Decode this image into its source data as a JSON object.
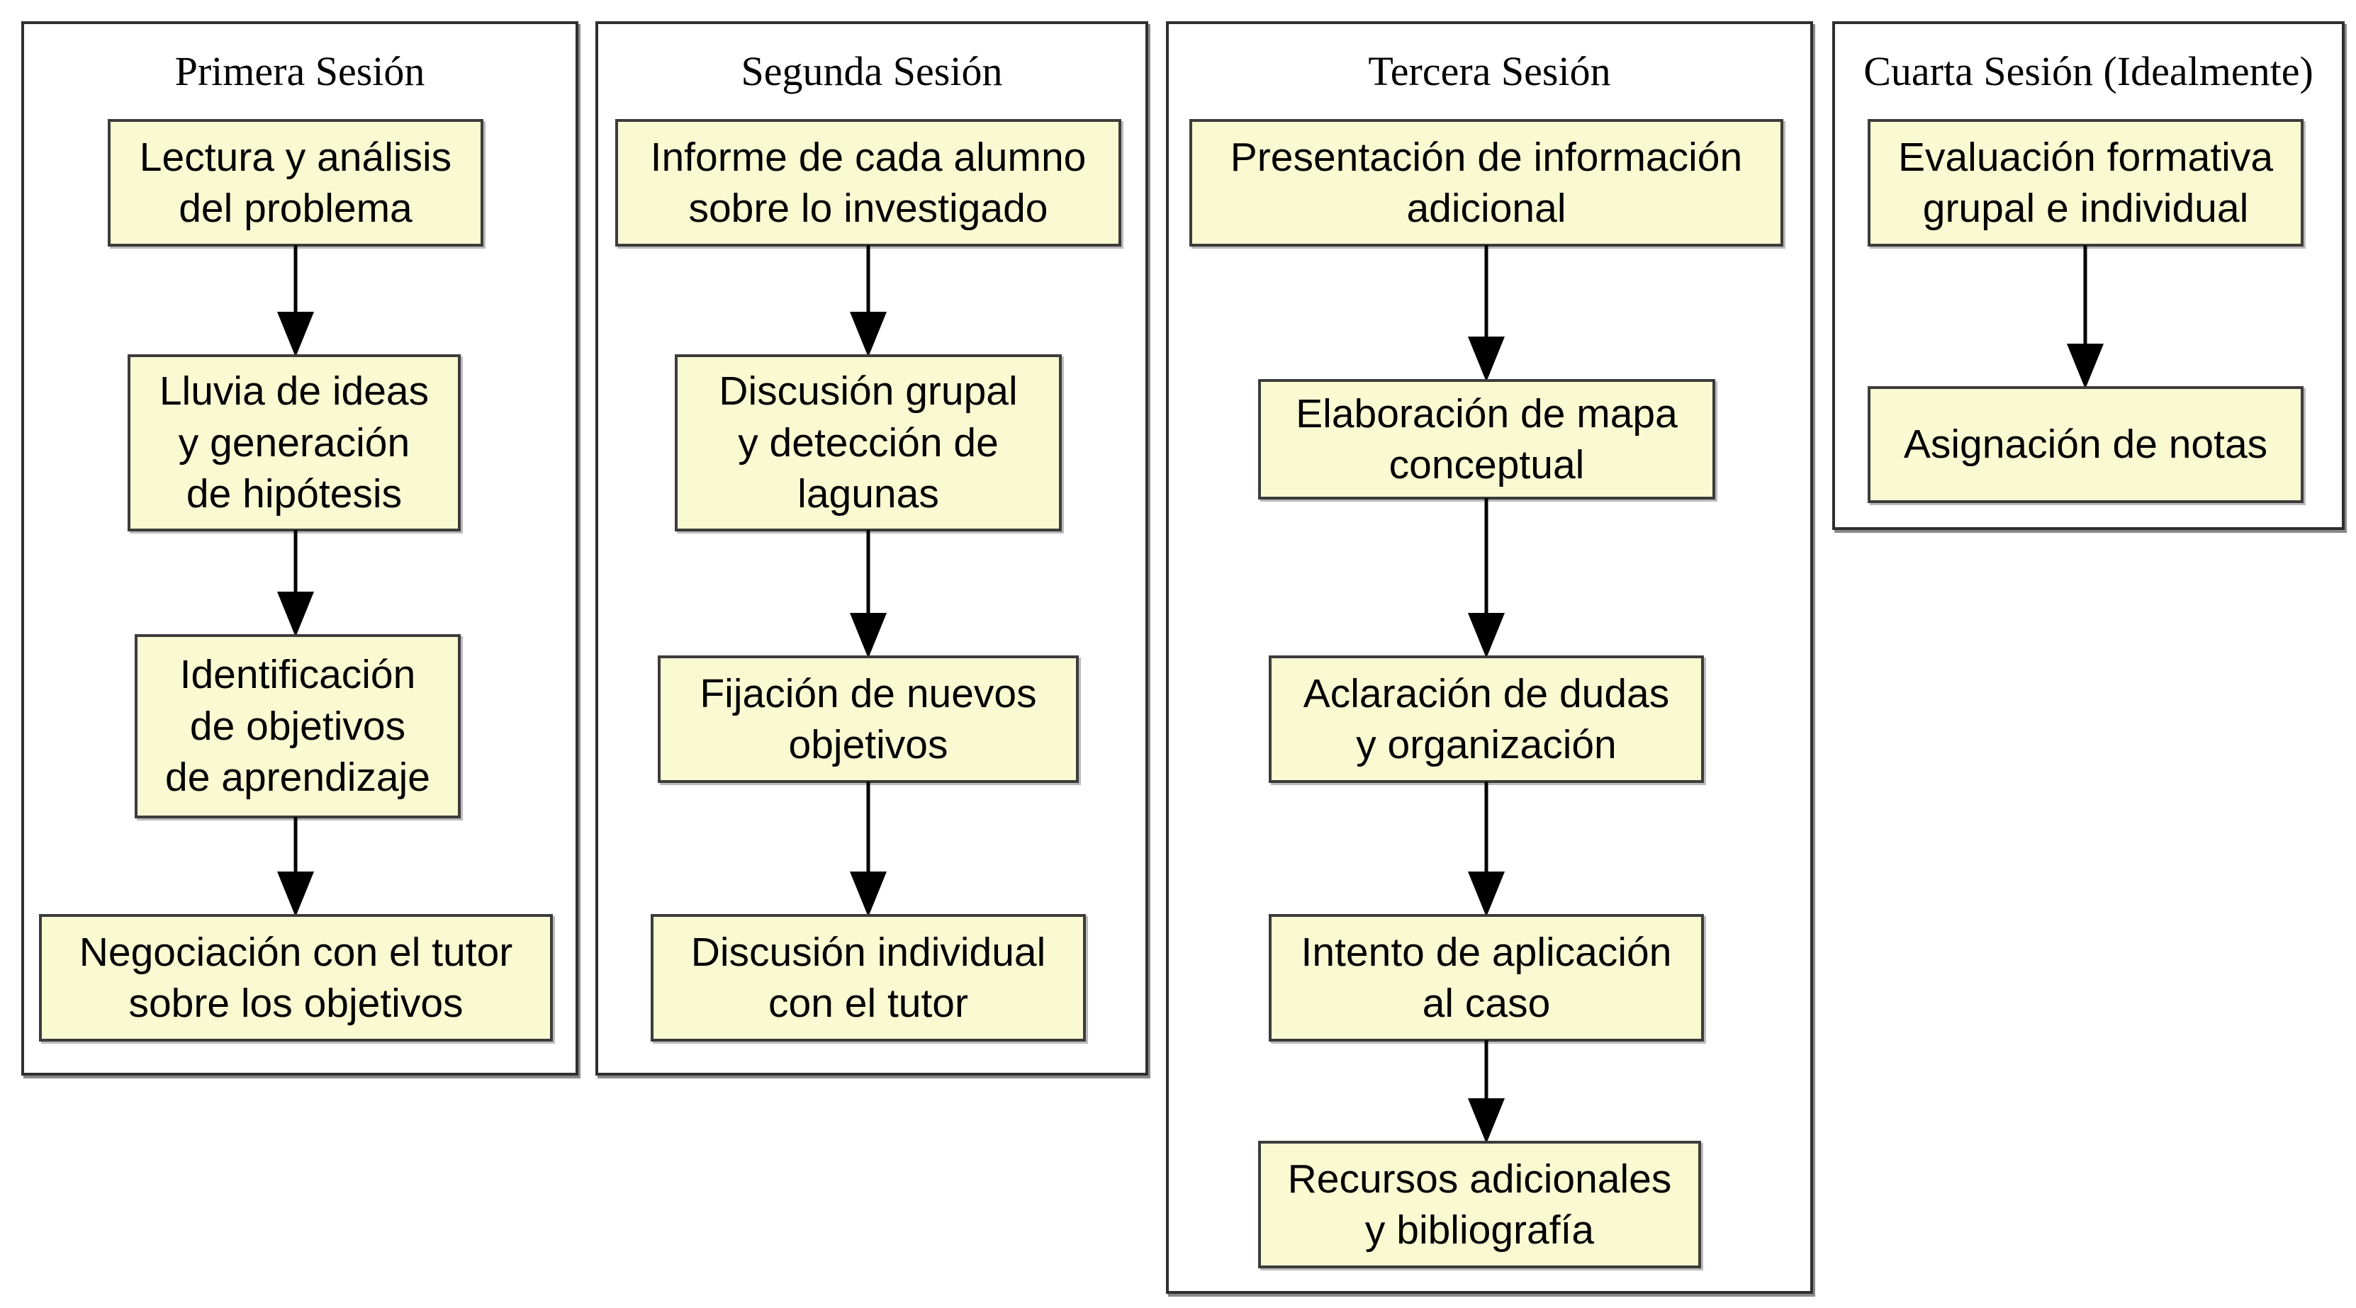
{
  "diagram_type": "flowchart",
  "sessions": [
    {
      "title": "Primera Sesión",
      "boxes": [
        {
          "label": "Lectura y análisis\ndel problema"
        },
        {
          "label": "Lluvia de ideas\ny generación\nde hipótesis"
        },
        {
          "label": "Identificación\nde objetivos\nde aprendizaje"
        },
        {
          "label": "Negociación con el tutor\nsobre los objetivos"
        }
      ]
    },
    {
      "title": "Segunda Sesión",
      "boxes": [
        {
          "label": "Informe de cada alumno\nsobre lo investigado"
        },
        {
          "label": "Discusión grupal\ny detección de\nlagunas"
        },
        {
          "label": "Fijación de nuevos\nobjetivos"
        },
        {
          "label": "Discusión individual\ncon el tutor"
        }
      ]
    },
    {
      "title": "Tercera Sesión",
      "boxes": [
        {
          "label": "Presentación de información\nadicional"
        },
        {
          "label": "Elaboración de mapa\nconceptual"
        },
        {
          "label": "Aclaración de dudas\ny organización"
        },
        {
          "label": "Intento de aplicación\nal caso"
        },
        {
          "label": "Recursos adicionales\ny bibliografía"
        }
      ]
    },
    {
      "title": "Cuarta Sesión (Idealmente)",
      "boxes": [
        {
          "label": "Evaluación formativa\ngrupal e individual"
        },
        {
          "label": "Asignación de notas"
        }
      ]
    }
  ],
  "colors": {
    "background": "#FFFFFF",
    "box_fill": "#FAFAD2",
    "box_border": "#3C3C3C",
    "panel_border": "#2F2F2F",
    "arrow": "#000000",
    "text": "#000000"
  }
}
